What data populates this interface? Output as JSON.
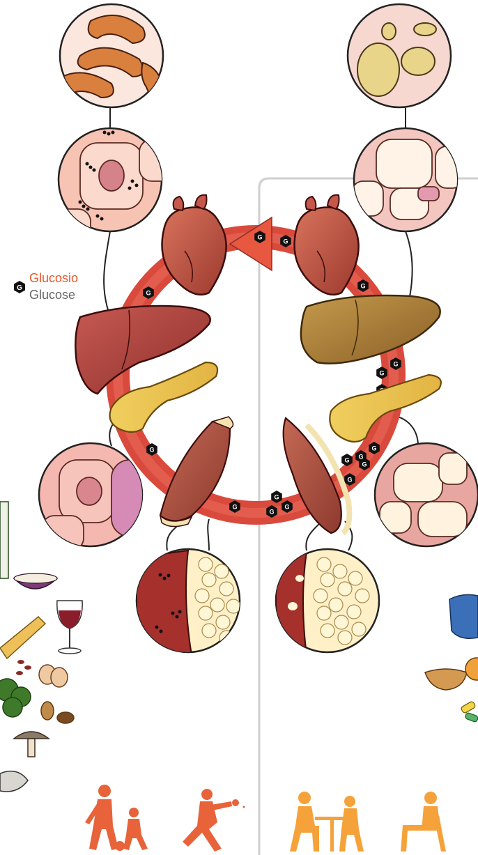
{
  "legend": {
    "label_it": "Glucosio",
    "label_en": "Glucose",
    "marker_letter": "G"
  },
  "colors": {
    "label_it": "#e8572a",
    "label_en": "#666666",
    "cycle": "#d94a3c",
    "cycle_light": "#e86b5a",
    "active_person": "#e8623a",
    "sedentary_person": "#f5a23a",
    "divider": "#cccccc",
    "glucose_marker": "#111111"
  },
  "icons": {
    "marker": "glucose-hexagon-icon",
    "organs": [
      "heart-icon",
      "liver-icon",
      "pancreas-icon",
      "muscle-icon"
    ],
    "people_left": [
      "father-child-football-icon",
      "woman-ping-pong-icon"
    ],
    "people_right": [
      "people-playing-chess-icon",
      "person-sitting-icon"
    ]
  }
}
